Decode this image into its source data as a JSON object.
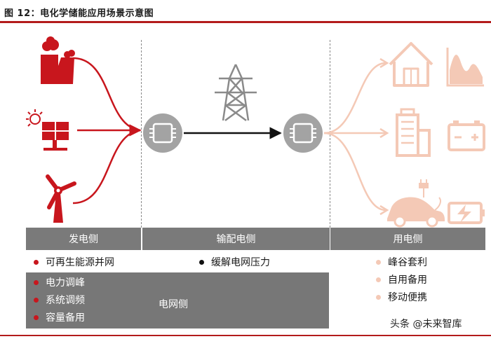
{
  "title": "图 12：电化学储能应用场景示意图",
  "colors": {
    "generation": "#c8161d",
    "transmission": "#111111",
    "consumption": "#f4c9b6",
    "bar": "#7a7a7a",
    "node": "#a3a3a3"
  },
  "icons": {
    "generation": [
      "factory-icon",
      "solar-panel-icon",
      "wind-turbine-icon"
    ],
    "transmission": [
      "transmission-tower-icon",
      "storage-chip-icon"
    ],
    "consumption": [
      "house-icon",
      "area-chart-icon",
      "office-building-icon",
      "battery-icon",
      "electric-car-icon",
      "fast-charge-battery-icon"
    ]
  },
  "stages": [
    "发电侧",
    "输配电侧",
    "用电侧"
  ],
  "generation_items": [
    "可再生能源并网",
    "电力调峰",
    "系统调频",
    "容量备用"
  ],
  "transmission_items": [
    "缓解电网压力"
  ],
  "consumption_items": [
    "峰谷套利",
    "自用备用",
    "移动便携"
  ],
  "grid_label": "电网侧",
  "watermark": "头条 @未来智库"
}
